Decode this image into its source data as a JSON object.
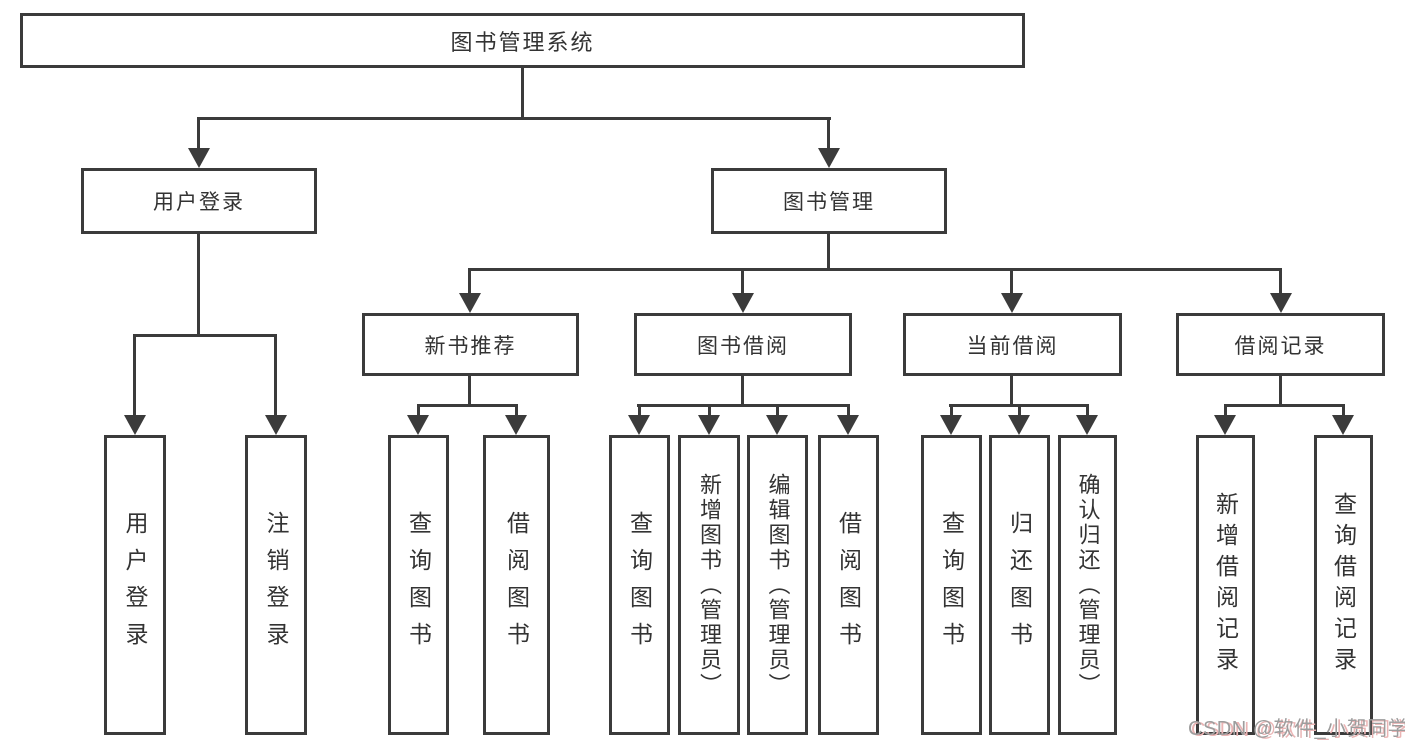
{
  "diagram": {
    "title_note": "functional structure chart of a library management system",
    "root": {
      "label": "图书管理系统"
    },
    "branches": [
      {
        "label": "用户登录",
        "children": [
          {
            "label": "用户登录"
          },
          {
            "label": "注销登录"
          }
        ]
      },
      {
        "label": "图书管理",
        "children": [
          {
            "label": "新书推荐",
            "children": [
              {
                "label": "查询图书"
              },
              {
                "label": "借阅图书"
              }
            ]
          },
          {
            "label": "图书借阅",
            "children": [
              {
                "label": "查询图书"
              },
              {
                "label": "新增图书（管理员）"
              },
              {
                "label": "编辑图书（管理员）"
              },
              {
                "label": "借阅图书"
              }
            ]
          },
          {
            "label": "当前借阅",
            "children": [
              {
                "label": "查询图书"
              },
              {
                "label": "归还图书"
              },
              {
                "label": "确认归还（管理员）"
              }
            ]
          },
          {
            "label": "借阅记录",
            "children": [
              {
                "label": "新增借阅记录"
              },
              {
                "label": "查询借阅记录"
              }
            ]
          }
        ]
      }
    ]
  },
  "watermark": {
    "text": "CSDN @软件_小贺同学",
    "text_color": "#9d9d9d",
    "shadow_color": "#eab4b4"
  },
  "colors": {
    "line": "#3b3b3b",
    "box_border": "#3b3b3b",
    "text": "#333333",
    "background": "#ffffff"
  }
}
